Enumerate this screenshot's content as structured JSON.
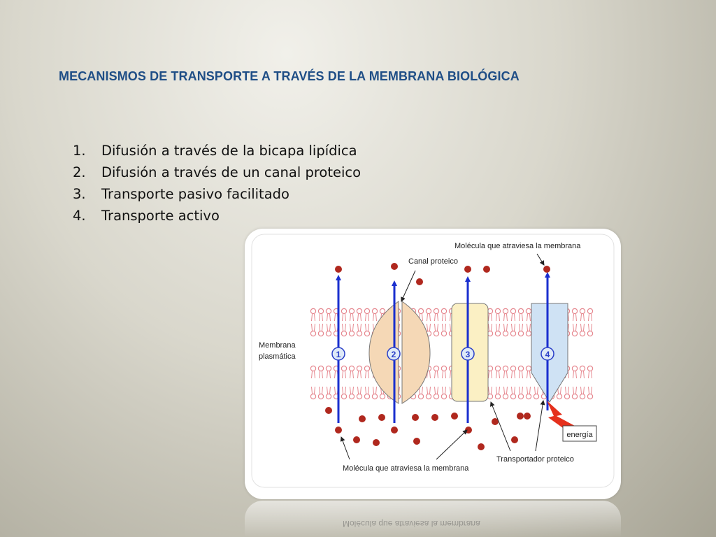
{
  "slide": {
    "title": "MECANISMOS DE TRANSPORTE A TRAVÉS DE LA MEMBRANA BIOLÓGICA",
    "list": [
      {
        "num": "1.",
        "text": "Difusión a través de la bicapa lipídica"
      },
      {
        "num": "2.",
        "text": "Difusión a través de un canal proteico"
      },
      {
        "num": "3.",
        "text": "Transporte pasivo facilitado"
      },
      {
        "num": "4.",
        "text": "Transporte activo"
      }
    ]
  },
  "diagram": {
    "label_molecule_top": "Molécula que atraviesa la membrana",
    "label_channel": "Canal proteico",
    "label_membrane": [
      "Membrana",
      "plasmática"
    ],
    "label_molecule_bottom": "Molécula que atraviesa la membrana",
    "label_transporter": "Transportador proteico",
    "label_energy": "energía",
    "markers": [
      "1",
      "2",
      "3",
      "4"
    ],
    "reflection_text": "Molécula que atraviesa la membrana",
    "colors": {
      "molecule": "#b0281e",
      "arrow": "#1a2fcf",
      "lipid": "#e6878f",
      "channel_fill": "#f5d8b6",
      "transporter_fill": "#fbf0c4",
      "pump_fill": "#cfe2f4",
      "energy": "#e5301c",
      "title": "#1f4e86"
    }
  }
}
